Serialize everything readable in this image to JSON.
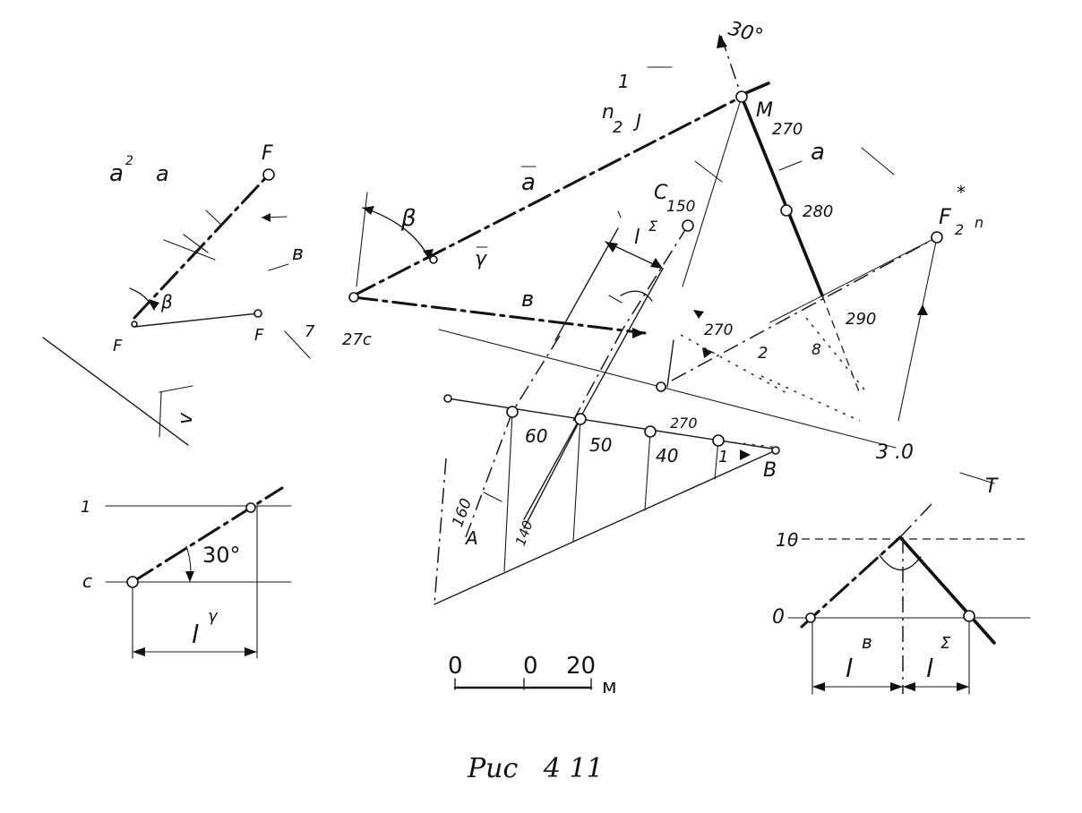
{
  "caption": "Рис   4 11",
  "labels": {
    "top_angle": "30°",
    "top_1": "1",
    "top_n2": "n",
    "top_2": "2",
    "top_j": "J",
    "M": "M",
    "M_sub": "270",
    "a_right": "a",
    "val_280": "280",
    "a_bar": "a",
    "C": "C",
    "C_sub": "150",
    "l_sigma_top": "l",
    "l_sigma_top_sup": "Σ",
    "F_star": "F",
    "F_star_sup": "*",
    "F_star_sub": "2",
    "F_star_n": "n",
    "beta_top": "β",
    "gamma_top": "γ",
    "b_mid": "в",
    "val_270_left": "27c",
    "val_290": "290",
    "val_270_dim": "270",
    "val_2": "2",
    "val_80": "8",
    "left_a2": "a",
    "left_a2_sup": "2",
    "left_a": "a",
    "left_F_top": "F",
    "left_b": "в",
    "left_beta": "β",
    "left_F_bottom": "F",
    "left_F_right": "F",
    "left_7": "7",
    "left_v": "v",
    "bot_1": "1",
    "bot_c": "c",
    "angle30": "30°",
    "l_gamma": "l",
    "l_gamma_sup": "γ",
    "val_60": "60",
    "val_50": "50",
    "val_40": "40",
    "val_270_b": "270",
    "val_1": "1",
    "B": "B",
    "val_160": "160",
    "val_140": "140",
    "A": "A",
    "right_10": "10",
    "right_0": "0",
    "l_b": "l",
    "l_b_sup": "в",
    "l_s": "l",
    "l_s_sup": "Σ",
    "T": "T",
    "val_3_0": "3 .0",
    "scale_0a": "0",
    "scale_0b": "0",
    "scale_20": "20",
    "scale_unit": "м"
  }
}
